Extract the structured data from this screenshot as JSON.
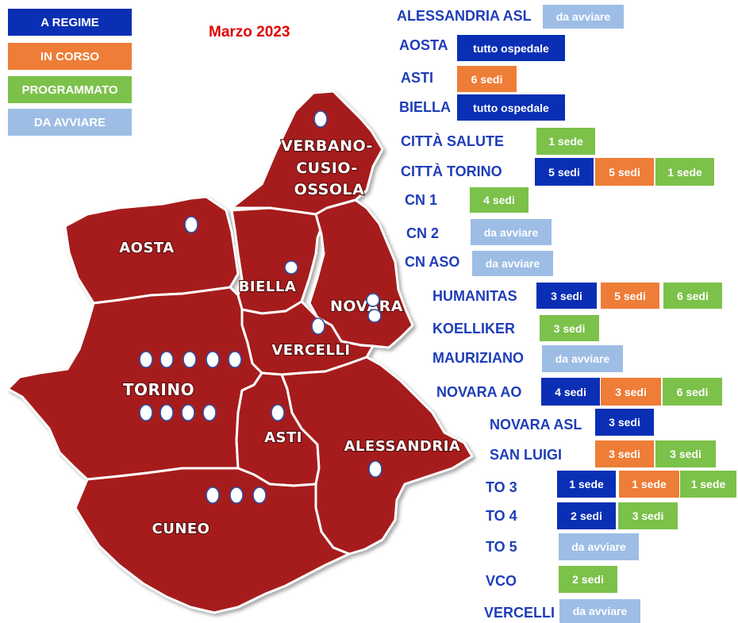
{
  "colors": {
    "a_regime": "#0a2fb5",
    "in_corso": "#ee7d37",
    "programmato": "#7cc14a",
    "da_avviare": "#9dbde5",
    "map_fill": "#a61c1c",
    "title": "#e00000",
    "names": "#1f3db8"
  },
  "legend": {
    "a_regime": "A REGIME",
    "in_corso": "IN CORSO",
    "programmato": "PROGRAMMATO",
    "da_avviare": "DA AVVIARE"
  },
  "title": "Marzo 2023",
  "map_labels": {
    "vco_1": "VERBANO-",
    "vco_2": "CUSIO-",
    "vco_3": "OSSOLA",
    "aosta": "AOSTA",
    "biella": "BIELLA",
    "novara": "NOVARA",
    "vercelli": "VERCELLI",
    "torino": "TORINO",
    "asti": "ASTI",
    "alessandria": "ALESSANDRIA",
    "cuneo": "CUNEO"
  },
  "asl": {
    "alessandria_asl": {
      "name": "ALESSANDRIA ASL",
      "b1": "da avviare"
    },
    "aosta": {
      "name": "AOSTA",
      "b1": "tutto ospedale"
    },
    "asti": {
      "name": "ASTI",
      "b1": "6  sedi"
    },
    "biella": {
      "name": "BIELLA",
      "b1": "tutto ospedale"
    },
    "citta_salute": {
      "name": "CITTÀ SALUTE",
      "b1": "1 sede"
    },
    "citta_torino": {
      "name": "CITTÀ TORINO",
      "b1": "5  sedi",
      "b2": "5  sedi",
      "b3": "1 sede"
    },
    "cn1": {
      "name": "CN 1",
      "b1": "4  sedi"
    },
    "cn2": {
      "name": "CN 2",
      "b1": "da avviare"
    },
    "cn_aso": {
      "name": "CN ASO",
      "b1": "da avviare"
    },
    "humanitas": {
      "name": "HUMANITAS",
      "b1": "3  sedi",
      "b2": "5  sedi",
      "b3": "6 sedi"
    },
    "koelliker": {
      "name": "KOELLIKER",
      "b1": "3 sedi"
    },
    "mauriziano": {
      "name": "MAURIZIANO",
      "b1": "da avviare"
    },
    "novara_ao": {
      "name": "NOVARA AO",
      "b1": "4  sedi",
      "b2": "3 sedi",
      "b3": "6 sedi"
    },
    "novara_asl": {
      "name": "NOVARA ASL",
      "b1": "3  sedi"
    },
    "san_luigi": {
      "name": "SAN LUIGI",
      "b1": "3 sedi",
      "b2": "3  sedi"
    },
    "to3": {
      "name": "TO 3",
      "b1": "1  sede",
      "b2": "1 sede",
      "b3": "1  sede"
    },
    "to4": {
      "name": "TO 4",
      "b1": "2 sedi",
      "b2": "3 sedi"
    },
    "to5": {
      "name": "TO 5",
      "b1": "da avviare"
    },
    "vco": {
      "name": "VCO",
      "b1": "2 sedi"
    },
    "vercelli": {
      "name": "VERCELLI",
      "b1": "da avviare"
    }
  }
}
